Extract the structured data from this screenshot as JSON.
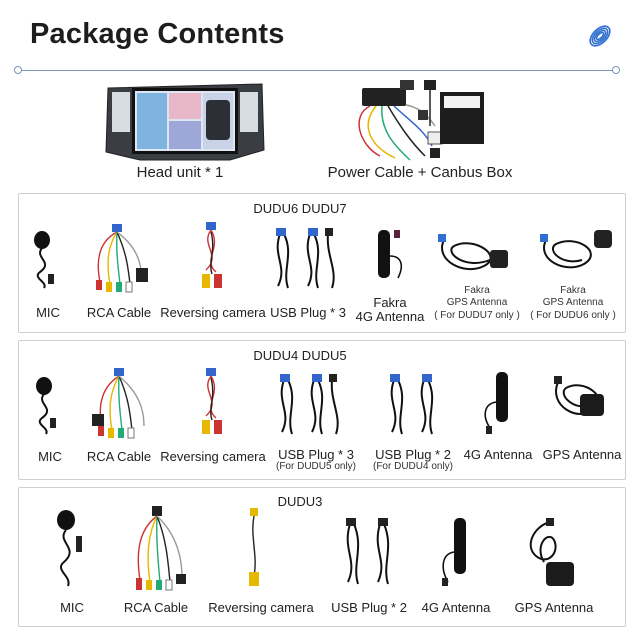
{
  "header": {
    "title": "Package Contents"
  },
  "top": {
    "head_unit": "Head unit * 1",
    "power_cable": "Power Cable + Canbus Box"
  },
  "section1": {
    "title": "DUDU6  DUDU7",
    "items": {
      "mic": "MIC",
      "rca": "RCA Cable",
      "camera": "Reversing camera",
      "usb": "USB Plug * 3",
      "fakra4g_1": "Fakra",
      "fakra4g_2": "4G Antenna",
      "gps7_1": "Fakra",
      "gps7_2": "GPS Antenna",
      "gps7_3": "( For DUDU7 only )",
      "gps6_1": "Fakra",
      "gps6_2": "GPS Antenna",
      "gps6_3": "( For DUDU6 only )"
    }
  },
  "section2": {
    "title": "DUDU4  DUDU5",
    "items": {
      "mic": "MIC",
      "rca": "RCA Cable",
      "camera": "Reversing camera",
      "usb3_1": "USB Plug * 3",
      "usb3_2": "(For DUDU5 only)",
      "usb2_1": "USB Plug * 2",
      "usb2_2": "(For DUDU4 only)",
      "ant4g": "4G Antenna",
      "gps": "GPS Antenna"
    }
  },
  "section3": {
    "title": "DUDU3",
    "items": {
      "mic": "MIC",
      "rca": "RCA Cable",
      "camera": "Reversing camera",
      "usb": "USB Plug * 2",
      "ant4g": "4G Antenna",
      "gps": "GPS Antenna"
    }
  },
  "colors": {
    "title": "#1d1d1d",
    "rule": "#7a95b8",
    "box_border": "#cfcfcf",
    "cable": "#1a1a1a",
    "accent_blue": "#2f6fd0"
  }
}
